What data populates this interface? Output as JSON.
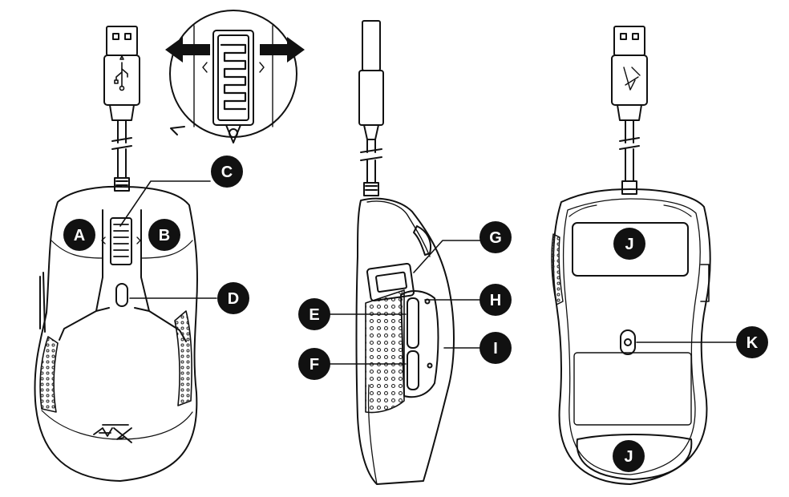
{
  "colors": {
    "ink": "#111111",
    "paper": "#ffffff",
    "badge": "#111111",
    "badge_text": "#ffffff",
    "hatch": "#222222"
  },
  "labels": {
    "A": "A",
    "B": "B",
    "C": "C",
    "D": "D",
    "E": "E",
    "F": "F",
    "G": "G",
    "H": "H",
    "I": "I",
    "J_top": "J",
    "J_bottom": "J",
    "K": "K"
  },
  "icons": [
    "usb-plug-icon",
    "usb-trident-icon",
    "arrow-left-icon",
    "arrow-right-icon",
    "hyperx-logo-icon",
    "scroll-wheel-icon"
  ]
}
